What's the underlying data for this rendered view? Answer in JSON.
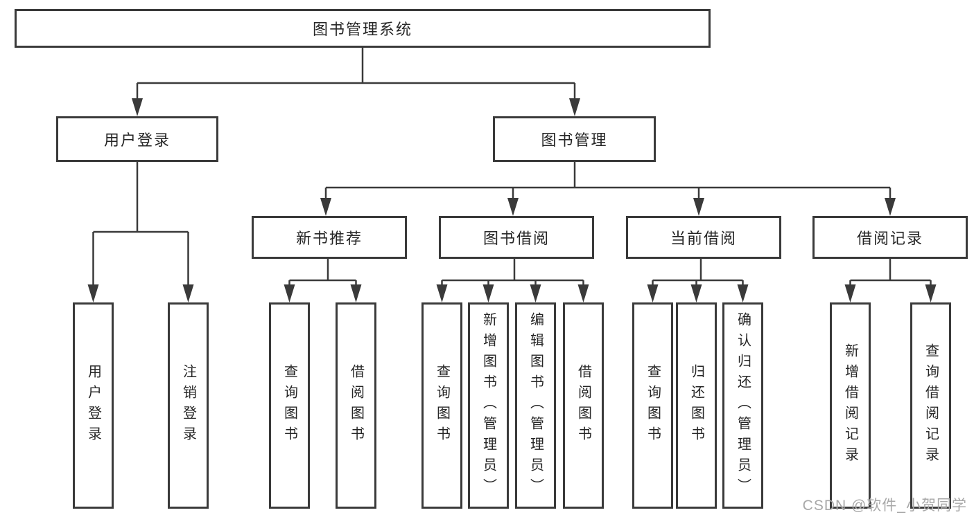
{
  "tree": {
    "label": "图书管理系统",
    "children": [
      {
        "label": "用户登录",
        "children": [
          {
            "label": "用户登录"
          },
          {
            "label": "注销登录"
          }
        ]
      },
      {
        "label": "图书管理",
        "children": [
          {
            "label": "新书推荐",
            "children": [
              {
                "label": "查询图书"
              },
              {
                "label": "借阅图书"
              }
            ]
          },
          {
            "label": "图书借阅",
            "children": [
              {
                "label": "查询图书"
              },
              {
                "label": "新增图书（管理员）"
              },
              {
                "label": "编辑图书（管理员）"
              },
              {
                "label": "借阅图书"
              }
            ]
          },
          {
            "label": "当前借阅",
            "children": [
              {
                "label": "查询图书"
              },
              {
                "label": "归还图书"
              },
              {
                "label": "确认归还（管理员）"
              }
            ]
          },
          {
            "label": "借阅记录",
            "children": [
              {
                "label": "新增借阅记录"
              },
              {
                "label": "查询借阅记录"
              }
            ]
          }
        ]
      }
    ]
  },
  "watermark": "CSDN @软件_小贺同学",
  "colors": {
    "line": "#3a3a3a",
    "box_fill": "#ffffff",
    "text": "#262626",
    "watermark": "#a8a8a8"
  }
}
